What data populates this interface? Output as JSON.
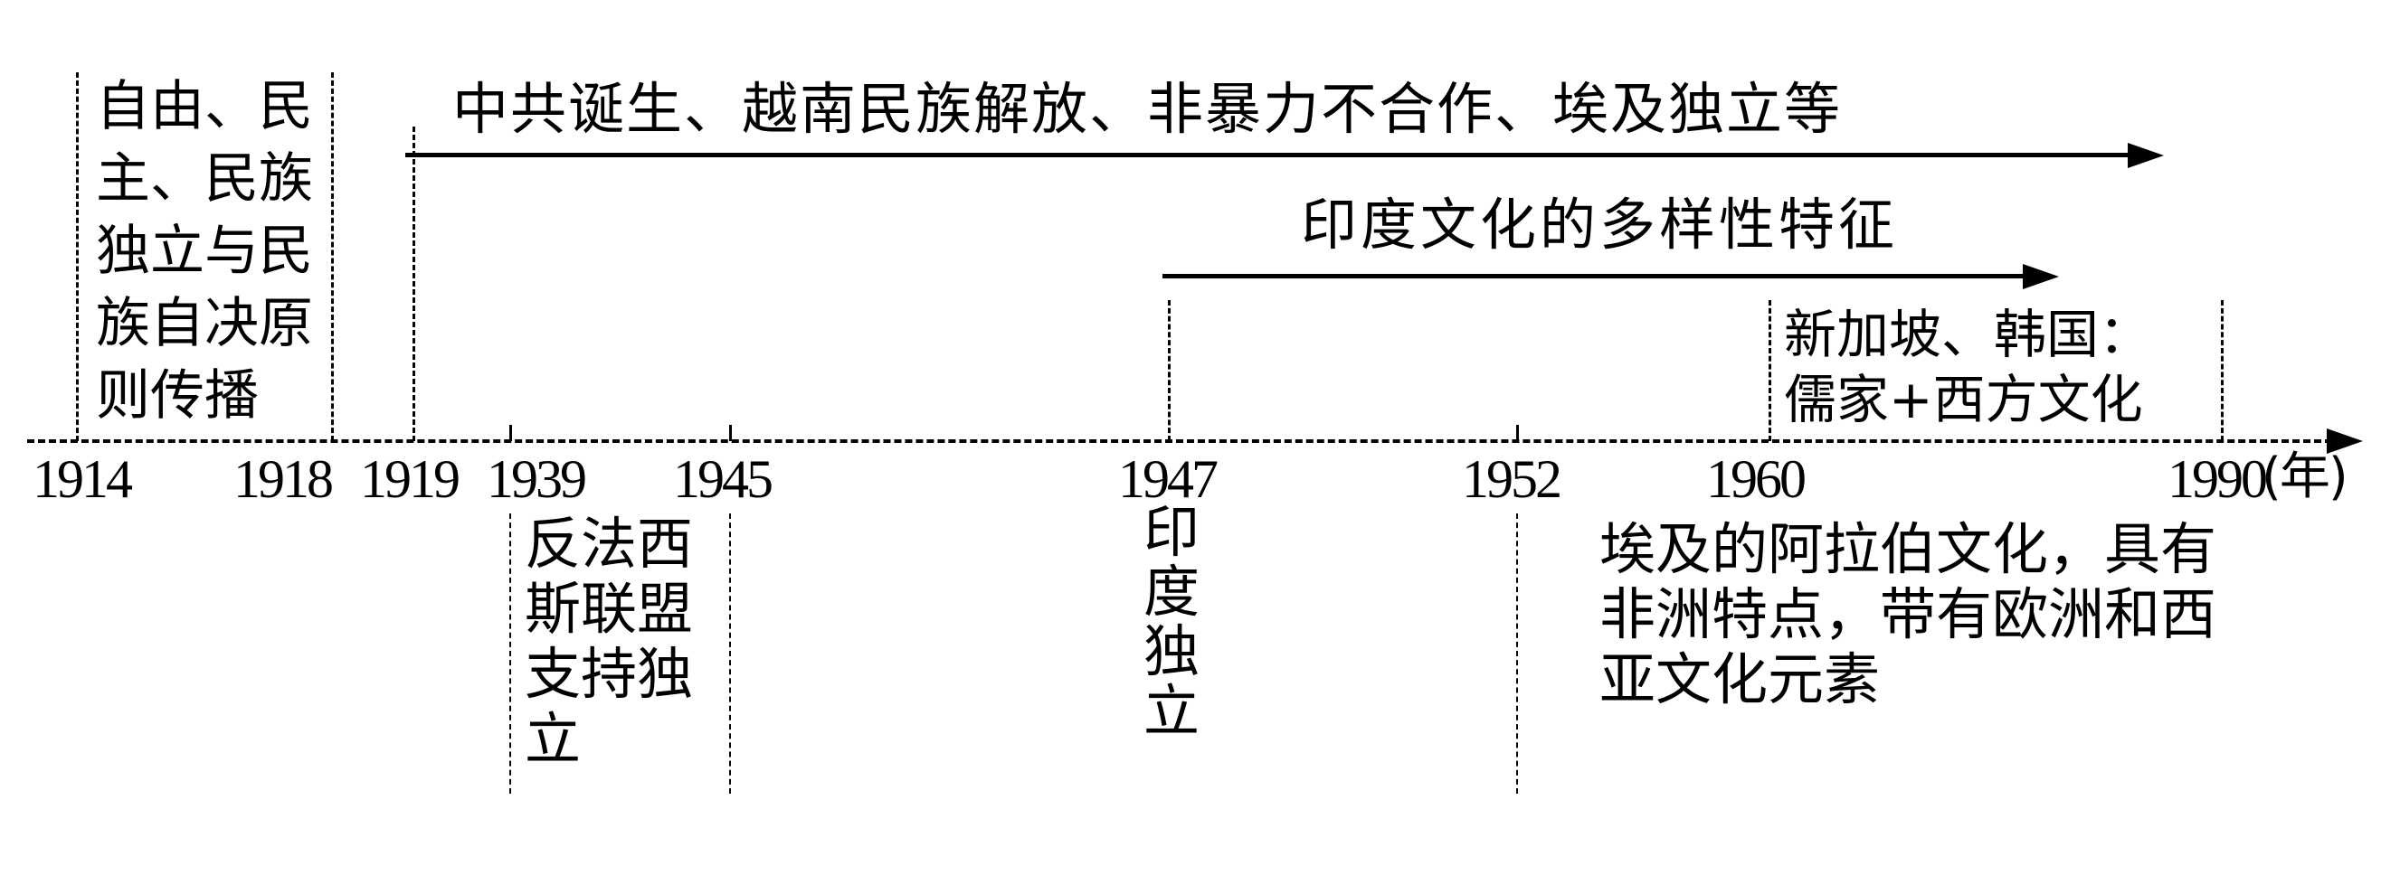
{
  "diagram": {
    "type": "timeline",
    "unit_label": "(年)",
    "axis": {
      "years": [
        "1914",
        "1918",
        "1919",
        "1939",
        "1945",
        "1947",
        "1952",
        "1960",
        "1990"
      ]
    },
    "top_notes": {
      "box_1914_1918": {
        "lines": [
          "自由、民",
          "主、民族",
          "独立与民",
          "族自决原",
          "则传播"
        ]
      },
      "arrow_1919": {
        "text": "中共诞生、越南民族解放、非暴力不合作、埃及独立等"
      },
      "arrow_1947": {
        "text": "印度文化的多样性特征"
      },
      "box_1960_1990": {
        "lines": [
          "新加坡、韩国：",
          "儒家+西方文化"
        ]
      }
    },
    "bottom_notes": {
      "box_1939_1945": {
        "lines": [
          "反法西",
          "斯联盟",
          "支持独",
          "立"
        ]
      },
      "col_1947": {
        "lines": [
          "印",
          "度",
          "独",
          "立"
        ]
      },
      "note_1952": {
        "lines": [
          "埃及的阿拉伯文化，具有",
          "非洲特点，带有欧洲和西",
          "亚文化元素"
        ]
      }
    }
  }
}
